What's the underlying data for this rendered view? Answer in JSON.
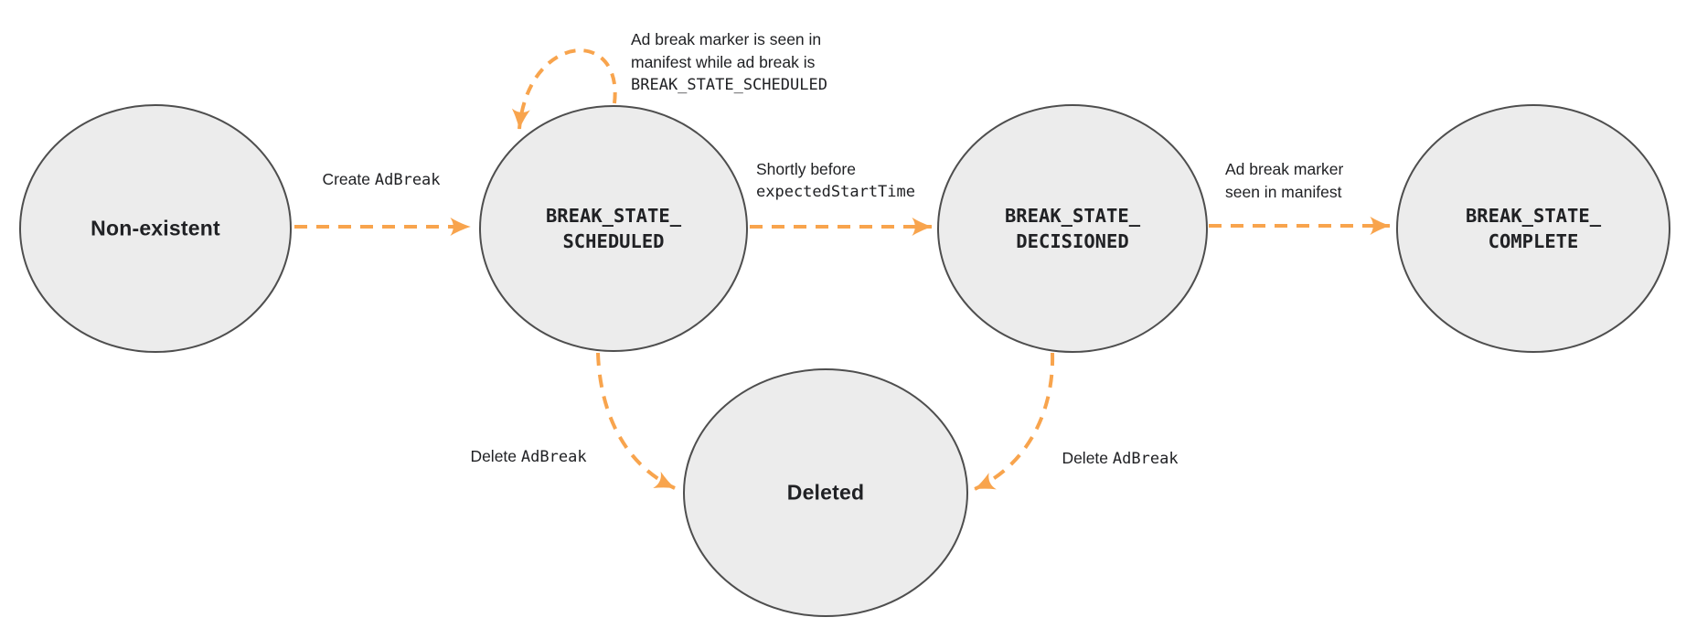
{
  "colors": {
    "arrow": "#F8A44D",
    "node_fill": "#ECECEC",
    "node_border": "#4E4E4E",
    "text": "#202124"
  },
  "nodes": {
    "non_existent": {
      "label": "Non-existent"
    },
    "scheduled": {
      "label_line1": "BREAK_STATE_",
      "label_line2": "SCHEDULED"
    },
    "decisioned": {
      "label_line1": "BREAK_STATE_",
      "label_line2": "DECISIONED"
    },
    "complete": {
      "label_line1": "BREAK_STATE_",
      "label_line2": "COMPLETE"
    },
    "deleted": {
      "label": "Deleted"
    }
  },
  "edges": {
    "create_adbreak": {
      "text_plain": "Create",
      "text_code": "AdBreak"
    },
    "self_loop_scheduled": {
      "line1": "Ad break marker is seen in",
      "line2": "manifest while ad break is",
      "line3_code": "BREAK_STATE_SCHEDULED"
    },
    "scheduled_to_decisioned": {
      "line1_plain": "Shortly before",
      "line2_code": "expectedStartTime"
    },
    "decisioned_to_complete": {
      "line1": "Ad break marker",
      "line2": "seen in manifest"
    },
    "scheduled_to_deleted": {
      "text_plain": "Delete",
      "text_code": "AdBreak"
    },
    "decisioned_to_deleted": {
      "text_plain": "Delete",
      "text_code": "AdBreak"
    }
  }
}
